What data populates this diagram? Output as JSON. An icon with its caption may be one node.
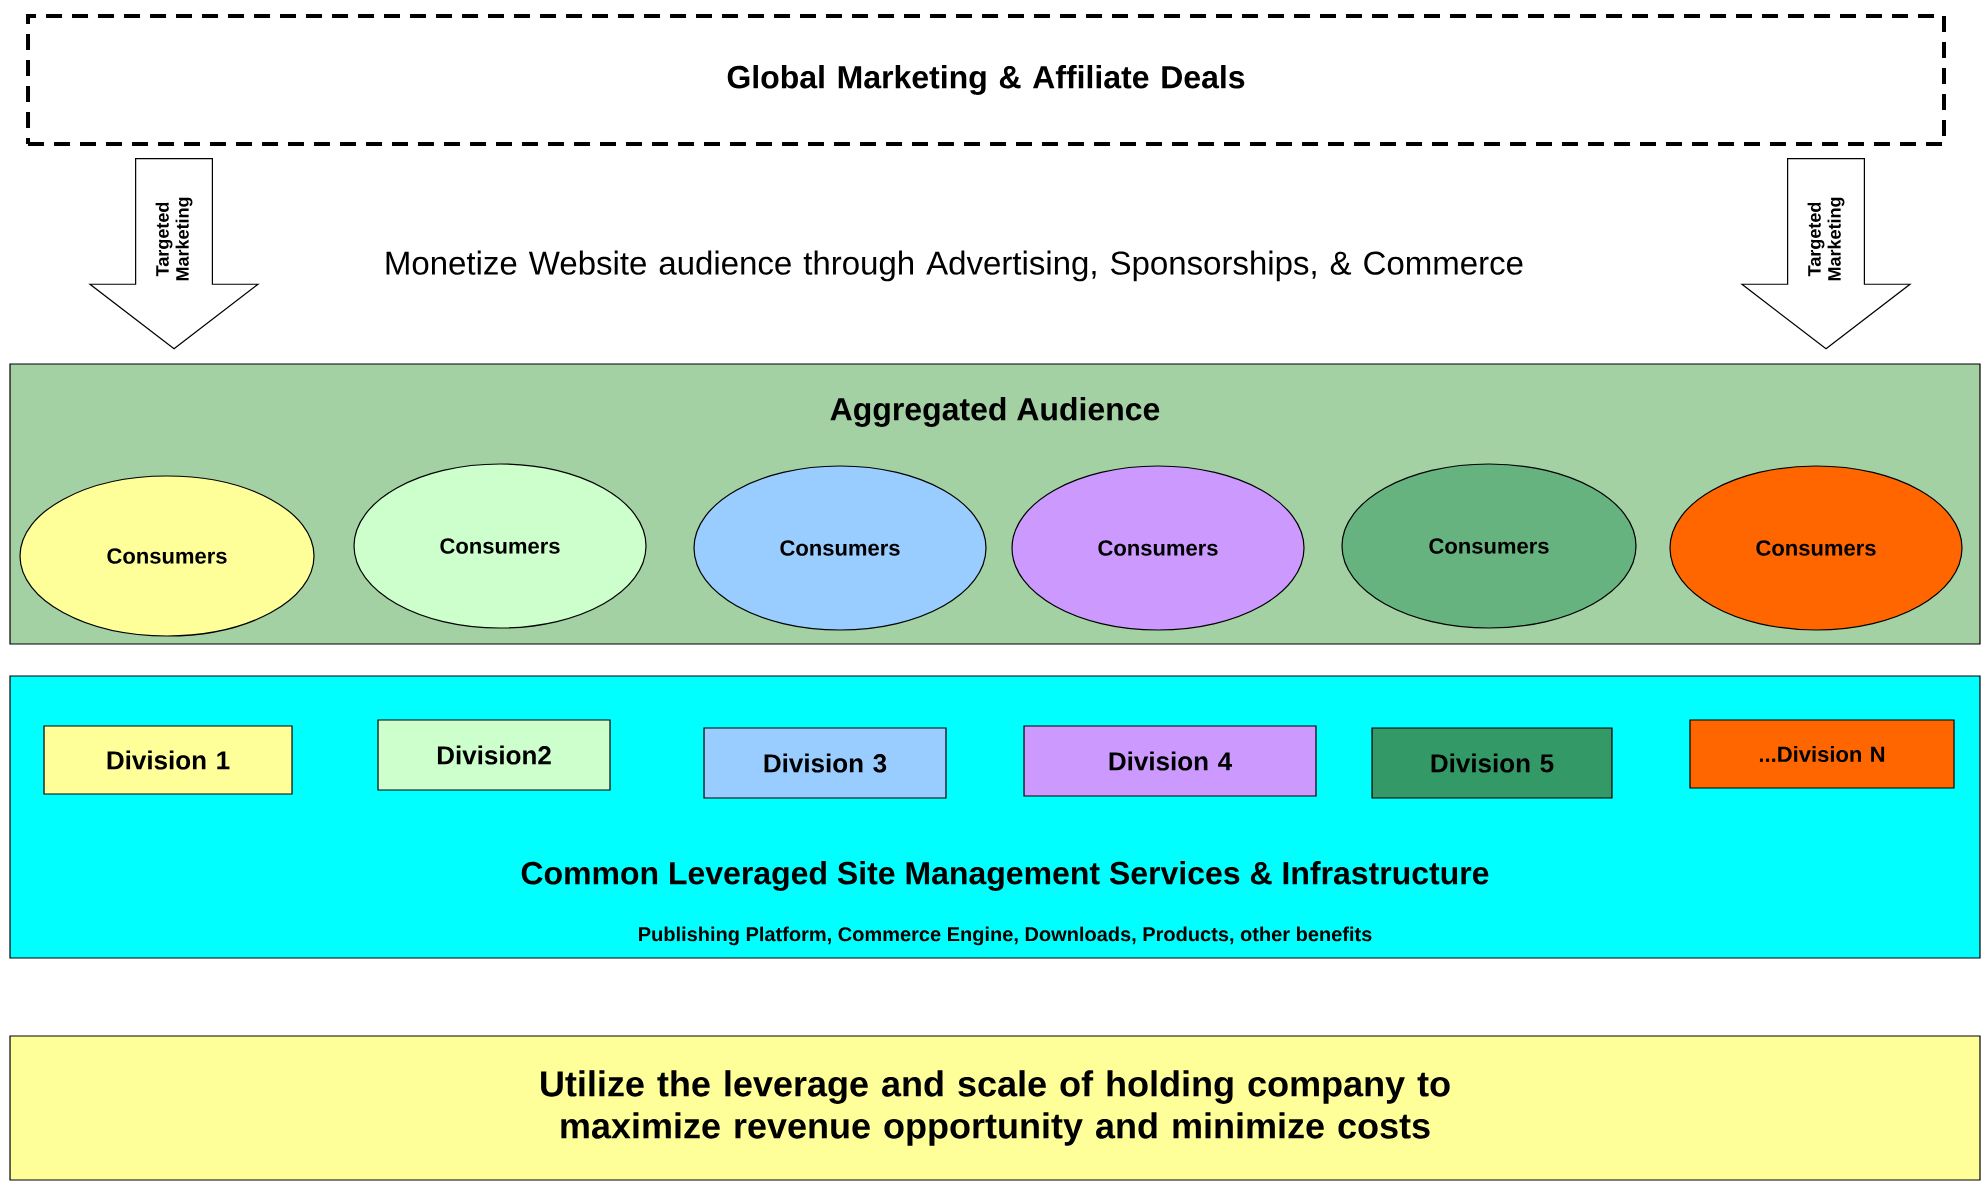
{
  "diagram": {
    "nodes": [
      {
        "text": [
          "Global Marketing & Affiliate Deals"
        ]
      },
      {
        "text": [
          "Aggregated Audience"
        ]
      },
      {
        "text": [
          "Consumers"
        ],
        "in": 1
      },
      {
        "text": [
          "Consumers"
        ],
        "in": 1
      },
      {
        "text": [
          "Consumers"
        ],
        "in": 1
      },
      {
        "text": [
          "Consumers"
        ],
        "in": 1
      },
      {
        "text": [
          "Consumers"
        ],
        "in": 1
      },
      {
        "text": [
          "Consumers"
        ],
        "in": 1
      },
      {
        "text": [
          "Common Leveraged Site Management Services & Infrastructure",
          "Publishing Platform, Commerce Engine, Downloads, Products, other benefits"
        ]
      },
      {
        "text": [
          "Division 1"
        ],
        "in": 8
      },
      {
        "text": [
          "Division2"
        ],
        "in": 8
      },
      {
        "text": [
          "Division 3"
        ],
        "in": 8
      },
      {
        "text": [
          "Division 4"
        ],
        "in": 8
      },
      {
        "text": [
          "Division 5"
        ],
        "in": 8
      },
      {
        "text": [
          "...Division N"
        ],
        "in": 8
      },
      {
        "text": [
          "Utilize the leverage and scale of holding company to maximize revenue opportunity and minimize costs"
        ]
      },
      {
        "text": [
          "Targeted Marketing"
        ]
      },
      {
        "text": [
          "Targeted Marketing"
        ]
      }
    ],
    "labels": [
      "Monetize Website audience through Advertising, Sponsorships, & Commerce"
    ]
  }
}
